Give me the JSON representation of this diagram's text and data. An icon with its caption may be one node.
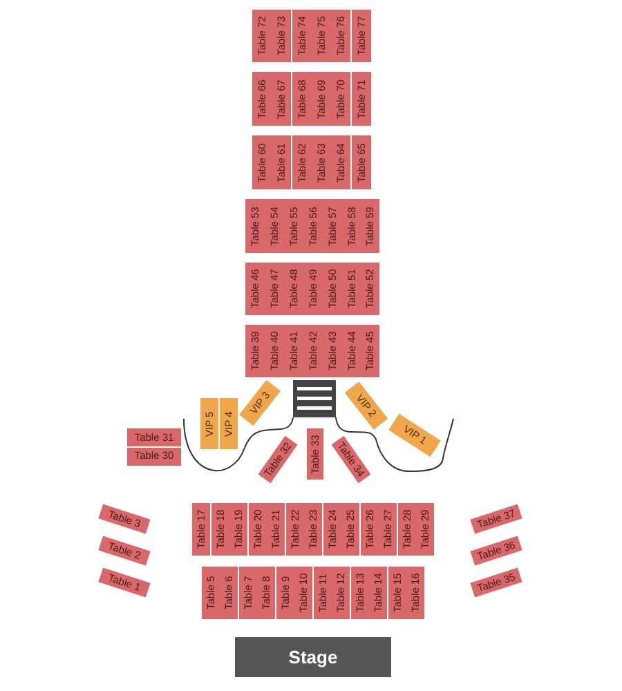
{
  "diagram": {
    "nodes": [
      {
        "text": [
          "Table 72"
        ]
      },
      {
        "text": [
          "Table 73"
        ]
      },
      {
        "text": [
          "Table 74"
        ]
      },
      {
        "text": [
          "Table 75"
        ]
      },
      {
        "text": [
          "Table 76"
        ]
      },
      {
        "text": [
          "Table 77"
        ]
      },
      {
        "text": [
          "Table 66"
        ]
      },
      {
        "text": [
          "Table 67"
        ]
      },
      {
        "text": [
          "Table 68"
        ]
      },
      {
        "text": [
          "Table 69"
        ]
      },
      {
        "text": [
          "Table 70"
        ]
      },
      {
        "text": [
          "Table 71"
        ]
      },
      {
        "text": [
          "Table 60"
        ]
      },
      {
        "text": [
          "Table 61"
        ]
      },
      {
        "text": [
          "Table 62"
        ]
      },
      {
        "text": [
          "Table 63"
        ]
      },
      {
        "text": [
          "Table 64"
        ]
      },
      {
        "text": [
          "Table 65"
        ]
      },
      {
        "text": [
          "Table 53"
        ]
      },
      {
        "text": [
          "Table 54"
        ]
      },
      {
        "text": [
          "Table 55"
        ]
      },
      {
        "text": [
          "Table 56"
        ]
      },
      {
        "text": [
          "Table 57"
        ]
      },
      {
        "text": [
          "Table 58"
        ]
      },
      {
        "text": [
          "Table 59"
        ]
      },
      {
        "text": [
          "Table 46"
        ]
      },
      {
        "text": [
          "Table 47"
        ]
      },
      {
        "text": [
          "Table 48"
        ]
      },
      {
        "text": [
          "Table 49"
        ]
      },
      {
        "text": [
          "Table 50"
        ]
      },
      {
        "text": [
          "Table 51"
        ]
      },
      {
        "text": [
          "Table 52"
        ]
      },
      {
        "text": [
          "Table 39"
        ]
      },
      {
        "text": [
          "Table 40"
        ]
      },
      {
        "text": [
          "Table 41"
        ]
      },
      {
        "text": [
          "Table 42"
        ]
      },
      {
        "text": [
          "Table 43"
        ]
      },
      {
        "text": [
          "Table 44"
        ]
      },
      {
        "text": [
          "Table 45"
        ]
      },
      {
        "text": [
          "VIP 5"
        ]
      },
      {
        "text": [
          "VIP 4"
        ]
      },
      {
        "text": [
          "VIP 3"
        ]
      },
      {
        "text": [
          "VIP 2"
        ]
      },
      {
        "text": [
          "VIP 1"
        ]
      },
      {
        "text": [
          "Table 31"
        ]
      },
      {
        "text": [
          "Table 30"
        ]
      },
      {
        "text": [
          "Table 32"
        ]
      },
      {
        "text": [
          "Table 33"
        ]
      },
      {
        "text": [
          "Table 34"
        ]
      },
      {
        "text": [
          "Table 3"
        ]
      },
      {
        "text": [
          "Table 2"
        ]
      },
      {
        "text": [
          "Table 1"
        ]
      },
      {
        "text": [
          "Table 17"
        ]
      },
      {
        "text": [
          "Table 18"
        ]
      },
      {
        "text": [
          "Table 19"
        ]
      },
      {
        "text": [
          "Table 20"
        ]
      },
      {
        "text": [
          "Table 21"
        ]
      },
      {
        "text": [
          "Table 22"
        ]
      },
      {
        "text": [
          "Table 23"
        ]
      },
      {
        "text": [
          "Table 24"
        ]
      },
      {
        "text": [
          "Table 25"
        ]
      },
      {
        "text": [
          "Table 26"
        ]
      },
      {
        "text": [
          "Table 27"
        ]
      },
      {
        "text": [
          "Table 28"
        ]
      },
      {
        "text": [
          "Table 29"
        ]
      },
      {
        "text": [
          "Table 37"
        ]
      },
      {
        "text": [
          "Table 36"
        ]
      },
      {
        "text": [
          "Table 35"
        ]
      },
      {
        "text": [
          "Table 5"
        ]
      },
      {
        "text": [
          "Table 6"
        ]
      },
      {
        "text": [
          "Table 7"
        ]
      },
      {
        "text": [
          "Table 8"
        ]
      },
      {
        "text": [
          "Table 9"
        ]
      },
      {
        "text": [
          "Table 10"
        ]
      },
      {
        "text": [
          "Table 11"
        ]
      },
      {
        "text": [
          "Table 12"
        ]
      },
      {
        "text": [
          "Table 13"
        ]
      },
      {
        "text": [
          "Table 14"
        ]
      },
      {
        "text": [
          "Table 15"
        ]
      },
      {
        "text": [
          "Table 16"
        ]
      },
      {
        "text": [
          "Stage"
        ]
      }
    ]
  }
}
